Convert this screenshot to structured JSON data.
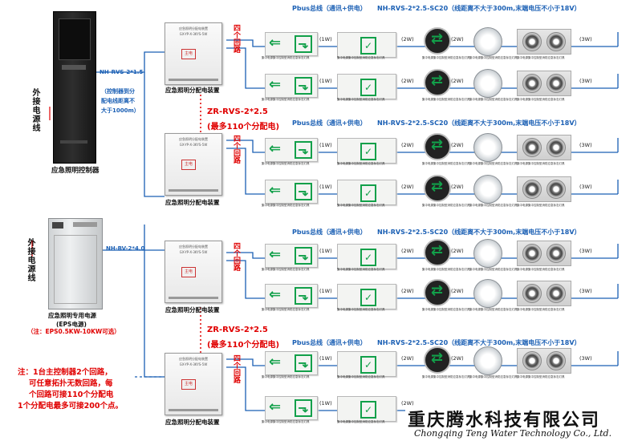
{
  "controller": {
    "caption": "应急照明控制器",
    "external_power": "外接电源线"
  },
  "eps": {
    "caption": "应急照明专用电源",
    "sub": "(EPS电源)",
    "note": "（注：EPS0.5KW-10KW可选）",
    "external_power": "外接电源线"
  },
  "cables": {
    "rvs15": "NH-RVS-2*1.5",
    "rvs15_note": [
      "（控制器到分",
      "配电线距离不",
      "大于1000m）"
    ],
    "bv40": "NH-BV-2*4.0",
    "zr_rvs": "ZR-RVS-2*2.5",
    "zr_note": "(最多110个分配电)"
  },
  "distribution_box": {
    "caption": "应急照明分配电装置",
    "loops": "四个回路",
    "panel_title": "应急照明分配电装置",
    "panel_code": "GX-YP-X-3KYS-5W",
    "panel_mark": "主电"
  },
  "bus": {
    "label": "Pbus总线（通讯+供电）",
    "cable": "NH-RVS-2*2.5-SC20（线距离不大于300m,末端电压不小于18V）"
  },
  "devices": [
    {
      "power": "(1W)"
    },
    {
      "power": "(2W)",
      "caption": "集中电源集中控制型消防应急标志灯具"
    },
    {
      "power": "(2W)"
    },
    {
      "power": "(3W)"
    }
  ],
  "bottom_note": [
    "注：1台主控制器2个回路，",
    "可任意拓扑无数回路，每",
    "个回路可接110个分配电",
    "1个分配电最多可接200个点。"
  ],
  "company": {
    "cn": "重庆腾水科技有限公司",
    "en": "Chongqing Teng Water Technology Co., Ltd."
  },
  "colors": {
    "wire_blue": "#1a5fb4",
    "wire_red": "#e00000",
    "sign_green": "#12a04a"
  }
}
